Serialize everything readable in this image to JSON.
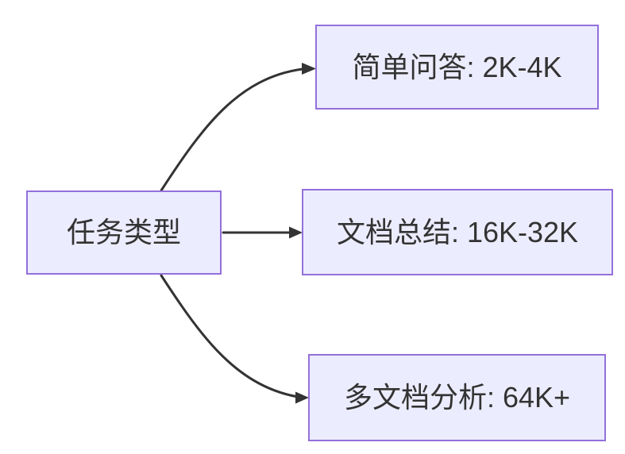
{
  "diagram": {
    "type": "flowchart-LR",
    "background_color": "#ffffff",
    "theme": {
      "node_fill": "#ECECFF",
      "node_border": "#9370DB",
      "edge_color": "#333333",
      "text_color": "#333333"
    },
    "nodes": [
      {
        "id": "task-type",
        "label": "任务类型"
      },
      {
        "id": "simple-qa",
        "label": "简单问答: 2K-4K"
      },
      {
        "id": "doc-summary",
        "label": "文档总结: 16K-32K"
      },
      {
        "id": "multi-doc-analysis",
        "label": "多文档分析: 64K+"
      }
    ],
    "edges": [
      {
        "from": "task-type",
        "to": "simple-qa",
        "style": "curved-up",
        "arrow": "filled-triangle"
      },
      {
        "from": "task-type",
        "to": "doc-summary",
        "style": "straight",
        "arrow": "filled-triangle"
      },
      {
        "from": "task-type",
        "to": "multi-doc-analysis",
        "style": "curved-down",
        "arrow": "filled-triangle"
      }
    ]
  }
}
